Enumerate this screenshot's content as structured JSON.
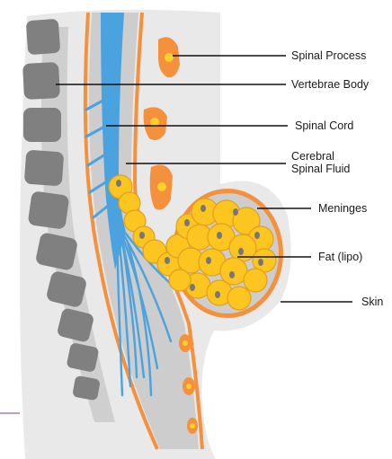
{
  "labels": {
    "spinal_process": "Spinal Process",
    "vertebrae_body": "Vertebrae Body",
    "spinal_cord": "Spinal Cord",
    "csf_line1": "Cerebral",
    "csf_line2": "Spinal Fluid",
    "meninges": "Meninges",
    "fat": "Fat (lipo)",
    "skin": "Skin"
  },
  "colors": {
    "skin": "#e9e9e9",
    "meninges": "#f5913d",
    "csf": "#cdcdcd",
    "spinal_cord": "#4aa3df",
    "vertebra": "#7f7f7f",
    "bone_shadow": "#c4c4c4",
    "fat": "#fcc520",
    "fat_edge": "#e0a020",
    "nucleus": "#777777",
    "process_dot": "#fbd12c",
    "accent_line": "#b79bd8"
  }
}
